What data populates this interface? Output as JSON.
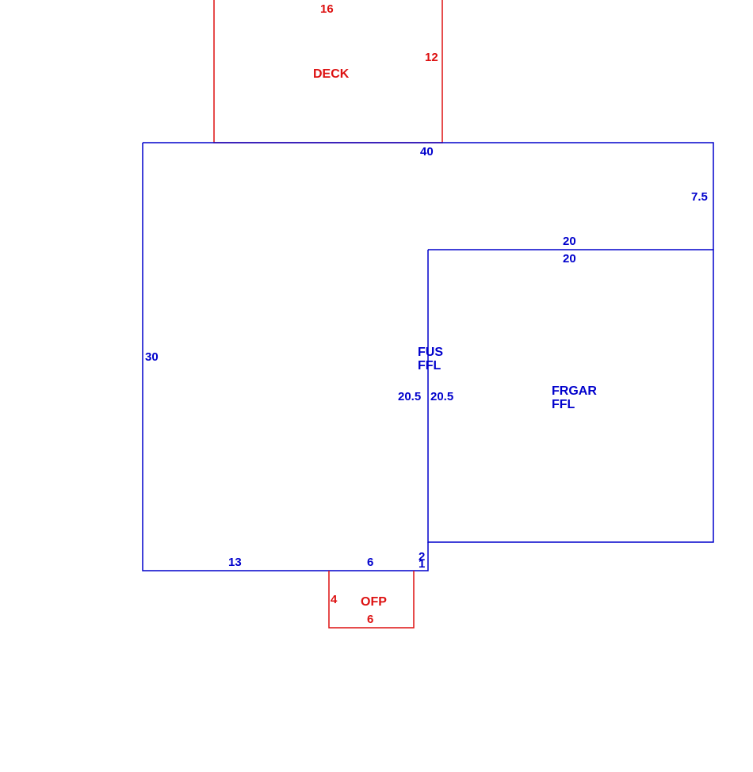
{
  "colors": {
    "house": "#0000cc",
    "addon": "#dd1111",
    "background": "#ffffff"
  },
  "deck": {
    "label": "DECK",
    "width_label": "16",
    "depth_label": "12"
  },
  "main_house": {
    "label_line1": "FUS",
    "label_line2": "FFL",
    "top": "40",
    "right_upper": "7.5",
    "left": "30",
    "bottom_left": "13",
    "bottom_mid": "6",
    "bottom_right_a": "2",
    "bottom_right_b": "1",
    "notch_outer": "20",
    "inner_left": "20.5"
  },
  "garage": {
    "label_line1": "FRGAR",
    "label_line2": "FFL",
    "top": "20",
    "inner_right": "20.5"
  },
  "porch": {
    "label": "OFP",
    "depth_label": "4",
    "width_label": "6"
  }
}
